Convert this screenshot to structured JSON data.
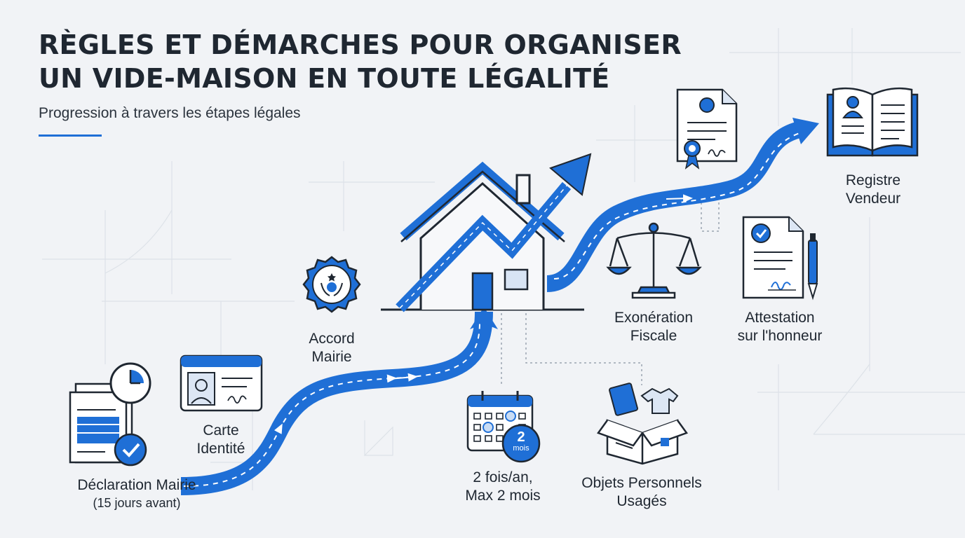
{
  "title": {
    "line1": "RÈGLES ET DÉMARCHES POUR ORGANISER",
    "line2": "UN VIDE-MAISON EN TOUTE LÉGALITÉ"
  },
  "subtitle": "Progression à travers les étapes légales",
  "colors": {
    "accent": "#1f6fd6",
    "accent_light": "#c9dcf4",
    "ink": "#1f2731",
    "background": "#f1f3f6"
  },
  "steps": {
    "declaration": {
      "line1": "Déclaration Mairie",
      "line2": "(15 jours avant)",
      "icon": "document-clock-check-icon"
    },
    "carte": {
      "line1": "Carte",
      "line2": "Identité",
      "icon": "id-card-icon"
    },
    "accord": {
      "line1": "Accord",
      "line2": "Mairie",
      "icon": "seal-badge-icon"
    },
    "frequence": {
      "line1": "2 fois/an,",
      "line2": "Max 2 mois",
      "badge_value": "2",
      "badge_unit": "mois",
      "icon": "calendar-icon"
    },
    "objets": {
      "line1": "Objets Personnels",
      "line2": "Usagés",
      "icon": "open-box-icon"
    },
    "exoneration": {
      "line1": "Exonération",
      "line2": "Fiscale",
      "icon": "balance-scale-icon"
    },
    "attestation": {
      "line1": "Attestation",
      "line2": "sur l'honneur",
      "icon": "signed-document-pen-icon"
    },
    "registre": {
      "line1": "Registre",
      "line2": "Vendeur",
      "icon": "open-register-book-icon"
    },
    "certificat": {
      "icon": "certificate-icon"
    }
  },
  "center": {
    "icon": "house-growth-arrow-icon"
  }
}
